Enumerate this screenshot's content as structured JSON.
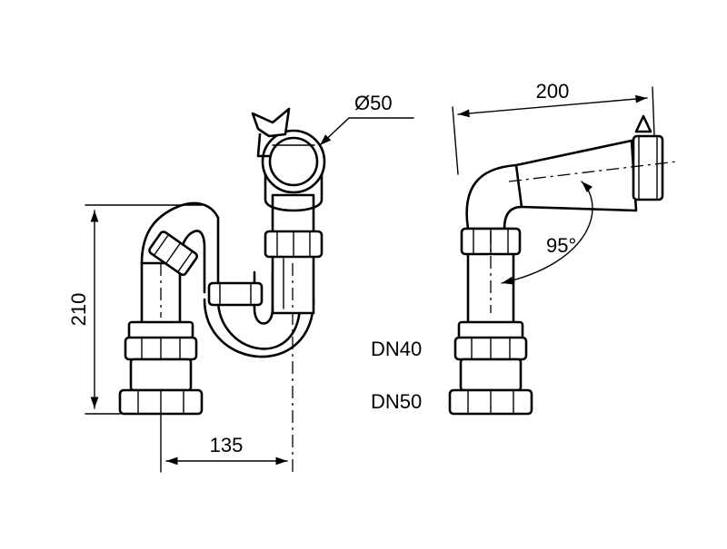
{
  "dimensions": {
    "height_total": "210",
    "width_offset": "135",
    "inlet_diameter": "Ø50",
    "arm_length": "200",
    "bend_angle": "95°"
  },
  "connections": {
    "upper": "DN40",
    "lower": "DN50"
  }
}
